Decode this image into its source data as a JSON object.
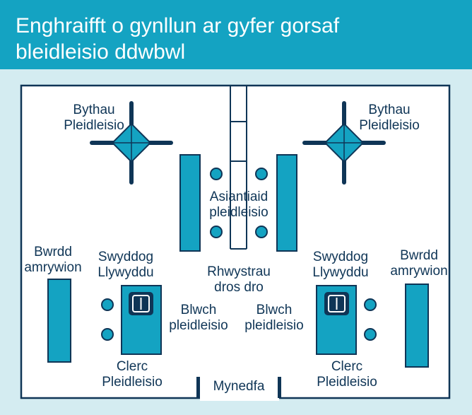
{
  "header": {
    "title_line1": "Enghraifft o gynllun ar gyfer gorsaf",
    "title_line2": "bleidleisio ddwbwl"
  },
  "labels": {
    "booths_left": "Bythau\nPleidleisio",
    "booths_right": "Bythau\nPleidleisio",
    "agents": "Asiantiaid\npleidleisio",
    "barriers": "Rhwystrau\ndros dro",
    "officer_left": "Swyddog\nLlywyddu",
    "officer_right": "Swyddog\nLlywyddu",
    "misc_table_left": "Bwrdd\namrywion",
    "misc_table_right": "Bwrdd\namrywion",
    "ballot_box_left": "Blwch\npleidleisio",
    "ballot_box_right": "Blwch\npleidleisio",
    "clerk_left": "Clerc\nPleidleisio",
    "clerk_right": "Clerc\nPleidleisio",
    "entrance": "Mynedfa"
  },
  "colors": {
    "header_bg": "#14a3c2",
    "card_bg": "#d4ecf1",
    "furniture": "#14a3c2",
    "outline": "#0f3556"
  }
}
